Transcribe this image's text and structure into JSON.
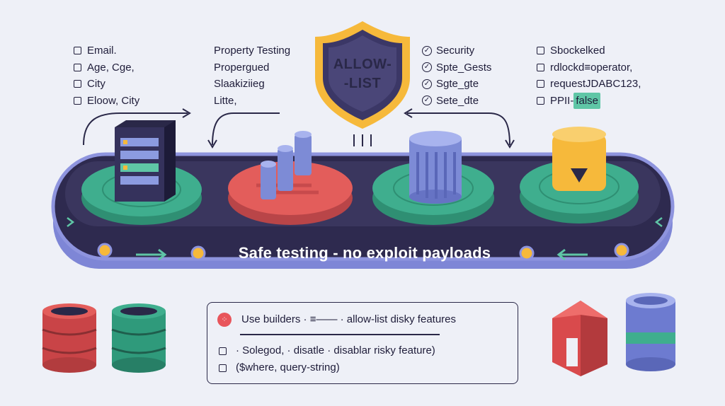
{
  "lists": {
    "fields": [
      "Email.",
      "Age, Cge,",
      "City",
      "Eloow, City"
    ],
    "property": [
      "Property Testing",
      "Propergued",
      "Slaakiziieg",
      "Litte,"
    ],
    "security": [
      "Security",
      "Spte_Gests",
      "Sgte_gte",
      "Sete_dte"
    ],
    "blocked": [
      "Sbockelked",
      "rdlockd≡operator,",
      "requestJDABC123,"
    ],
    "blocked_last_prefix": "PPII-",
    "blocked_last_badge": "false"
  },
  "shield": {
    "line1": "ALLOW-",
    "line2": "-LIST"
  },
  "belt": {
    "label": "Safe testing - no exploit payloads"
  },
  "panel": {
    "line1": "Use builders  ·  ≡——  ·  allow-list disky features",
    "line2": "· Solegod,   ·  disatle  ·  disablar risky feature)",
    "line3": "($where, query-string)"
  },
  "colors": {
    "belt": "#2e2a4f",
    "teal": "#3fae8e",
    "red": "#e35d5b",
    "yellow": "#f6b93b",
    "blue": "#8c9be0",
    "accent_border": "#8e94de"
  },
  "icons": [
    "server-rack-icon",
    "test-tubes-icon",
    "database-cylinder-icon",
    "filter-funnel-icon",
    "shield-icon",
    "database-stack-icon"
  ]
}
